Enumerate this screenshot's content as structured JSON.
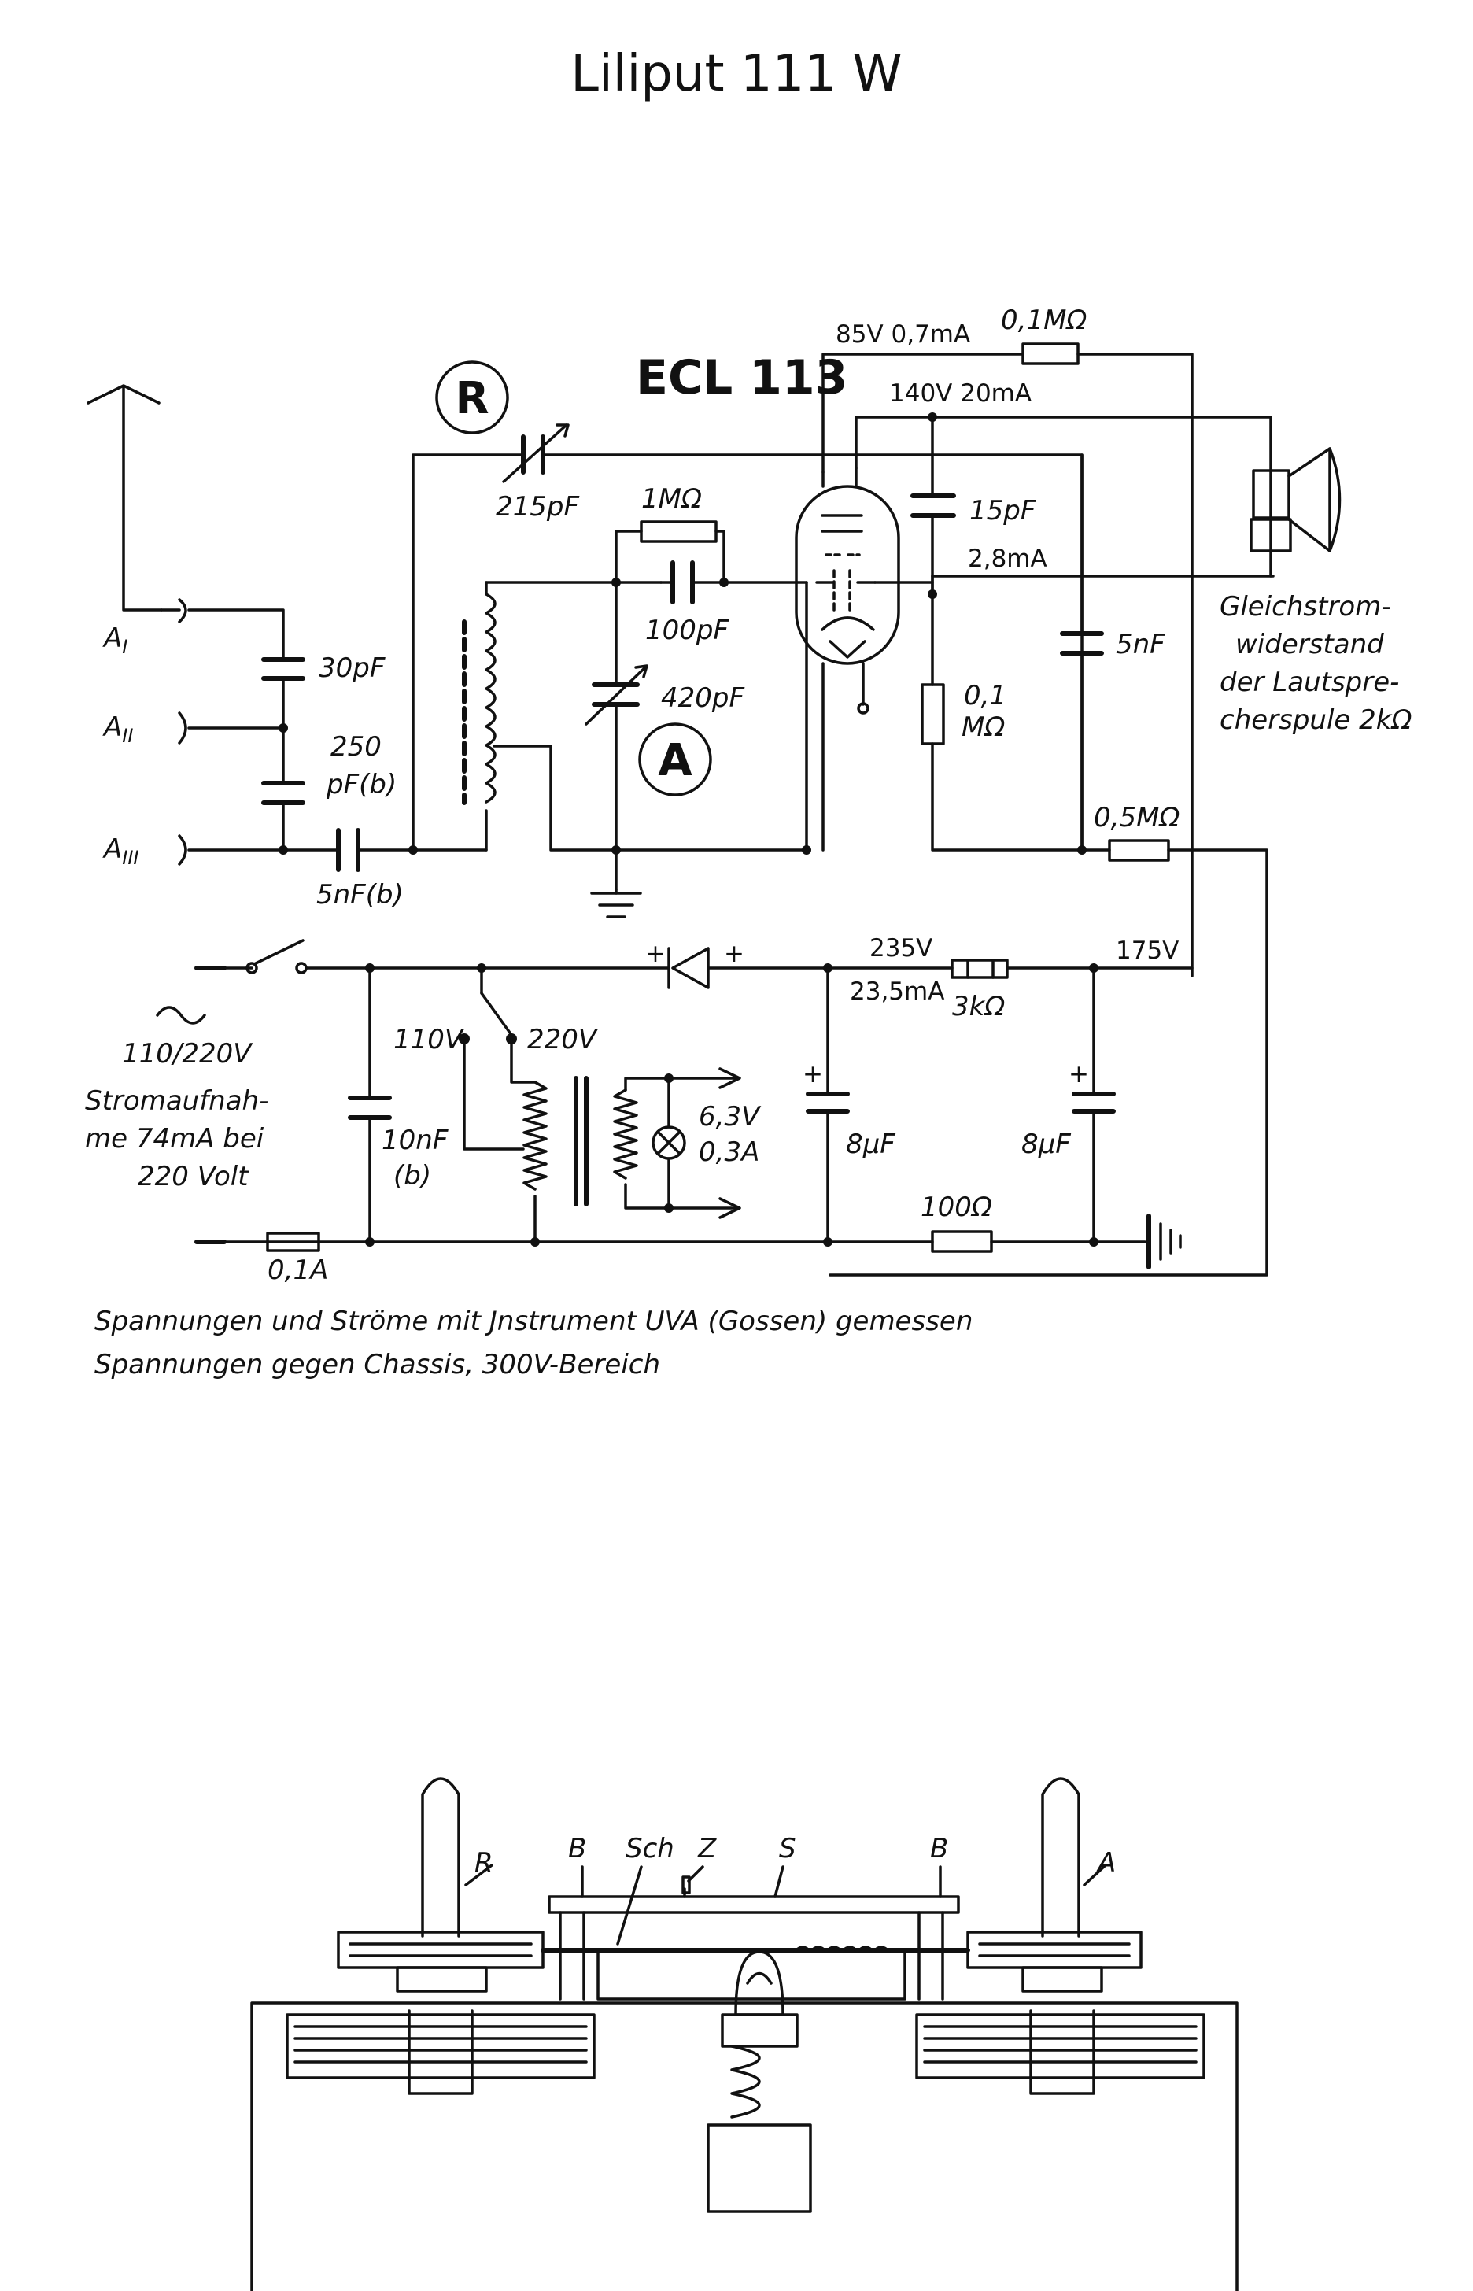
{
  "title": "Liliput 111 W",
  "tube": "ECL 113",
  "markers": {
    "r": "R",
    "a": "A"
  },
  "antenna": {
    "a1": "A",
    "a1_sub": "I",
    "a2": "A",
    "a2_sub": "II",
    "a3": "A",
    "a3_sub": "III"
  },
  "components": {
    "c30": "30pF",
    "c250_line1": "250",
    "c250_line2": "pF(b)",
    "c5nf_b": "5nF(b)",
    "c215": "215pF",
    "r1m": "1MΩ",
    "c100": "100pF",
    "c420": "420pF",
    "c15": "15pF",
    "c5nf": "5nF",
    "r01m_line1": "0,1",
    "r01m_line2": "MΩ",
    "r05m": "0,5MΩ",
    "r01m_top": "0,1MΩ",
    "r3k": "3kΩ",
    "r100": "100Ω",
    "c8uf_left": "8µF",
    "c8uf_right": "8µF",
    "c10nf_line1": "10nF",
    "c10nf_line2": "(b)",
    "lamp_line1": "6,3V",
    "lamp_line2": "0,3A",
    "fuse": "0,1A",
    "plus_diode": "+",
    "plus_cap_left": "+",
    "plus_cap_right": "+"
  },
  "measurements": {
    "v85": "85V 0,7mA",
    "v140": "140V 20mA",
    "ma28": "2,8mA",
    "v235": "235V",
    "ma235": "23,5mA",
    "v175": "175V",
    "v110": "110V",
    "v220": "220V"
  },
  "mains": {
    "voltage": "110/220V",
    "line1": "Stromaufnah-",
    "line2": "me 74mA bei",
    "line3": "220 Volt"
  },
  "speaker_note": [
    "Gleichstrom-",
    "widerstand",
    "der Lautspre-",
    "cherspule 2kΩ"
  ],
  "notes": [
    "Spannungen und Ströme mit Jnstrument UVA (Gossen) gemessen",
    "Spannungen gegen Chassis, 300V-Bereich"
  ],
  "mechanical_labels": {
    "r": "R",
    "b_left": "B",
    "sch": "Sch",
    "z": "Z",
    "s": "S",
    "b_right": "B",
    "a": "A"
  }
}
